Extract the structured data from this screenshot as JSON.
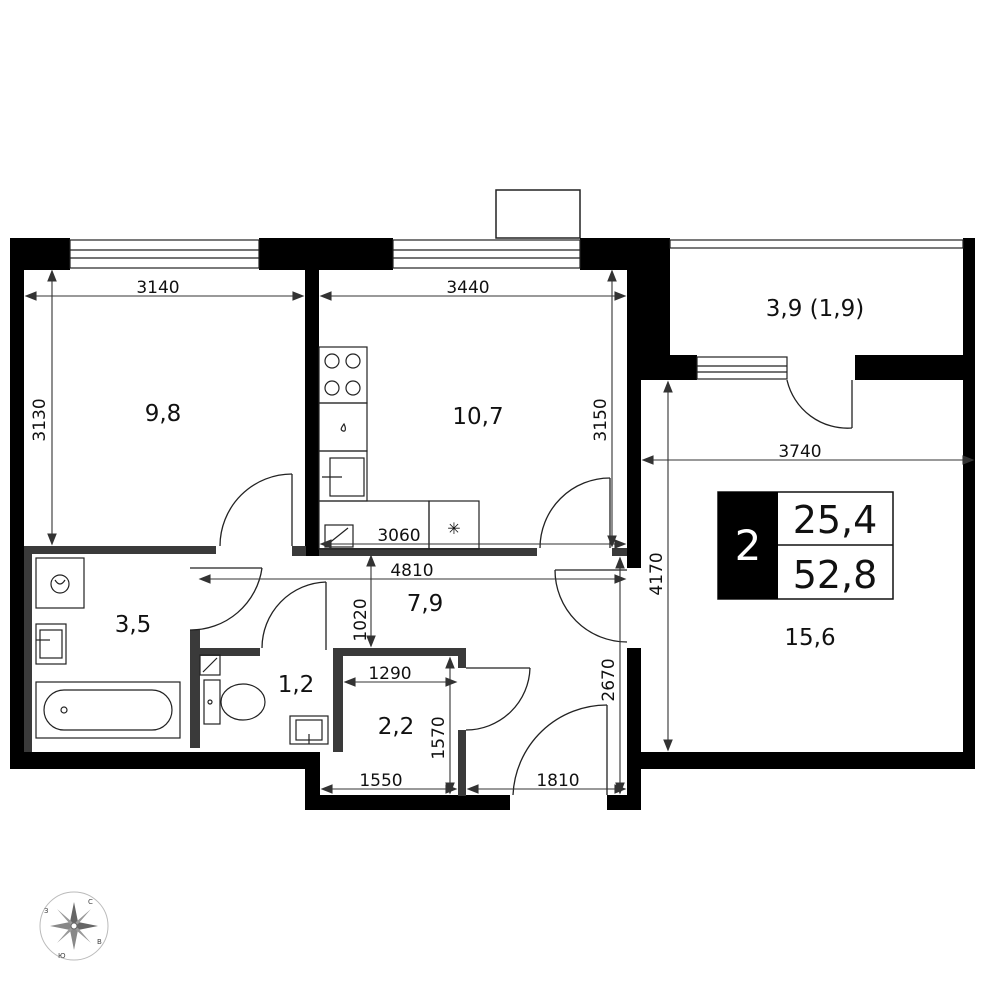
{
  "rooms": {
    "bedroom": "9,8",
    "kitchen": "10,7",
    "balcony": "3,9 (1,9)",
    "living": "15,6",
    "bathroom": "3,5",
    "hall": "7,9",
    "toilet": "1,2",
    "storage": "2,2"
  },
  "dimensions": {
    "bedroom_width": "3140",
    "bedroom_height": "3130",
    "kitchen_width": "3440",
    "kitchen_height": "3150",
    "kitchen_counter": "3060",
    "hall_length": "4810",
    "hall_depth": "1020",
    "living_width": "3740",
    "living_height": "4170",
    "corridor_height": "2670",
    "storage_width": "1290",
    "storage_height": "1570",
    "bottom_left": "1550",
    "bottom_right": "1810"
  },
  "badge": {
    "rooms_count": "2",
    "living_area": "25,4",
    "total_area": "52,8"
  },
  "compass": {
    "north": "С",
    "east": "В",
    "south": "Ю",
    "west": "З"
  },
  "colors": {
    "wall": "#000000",
    "partition": "#3a3a3a",
    "line": "#333333",
    "background": "#ffffff"
  }
}
